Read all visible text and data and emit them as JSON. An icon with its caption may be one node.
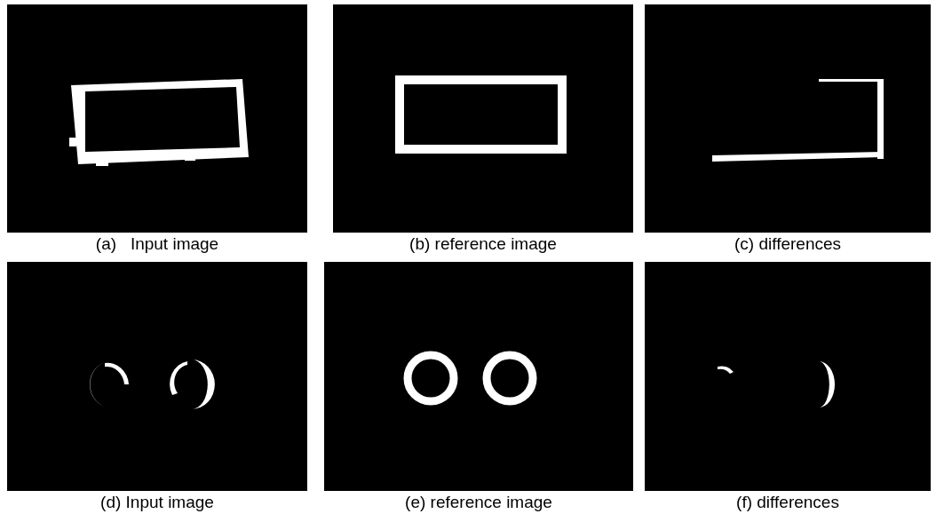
{
  "diagram": {
    "labels": [
      "(a)   Input image",
      "(b) reference image",
      "(c) differences",
      "(d) Input image",
      "(e) reference image",
      "(f) differences"
    ]
  }
}
